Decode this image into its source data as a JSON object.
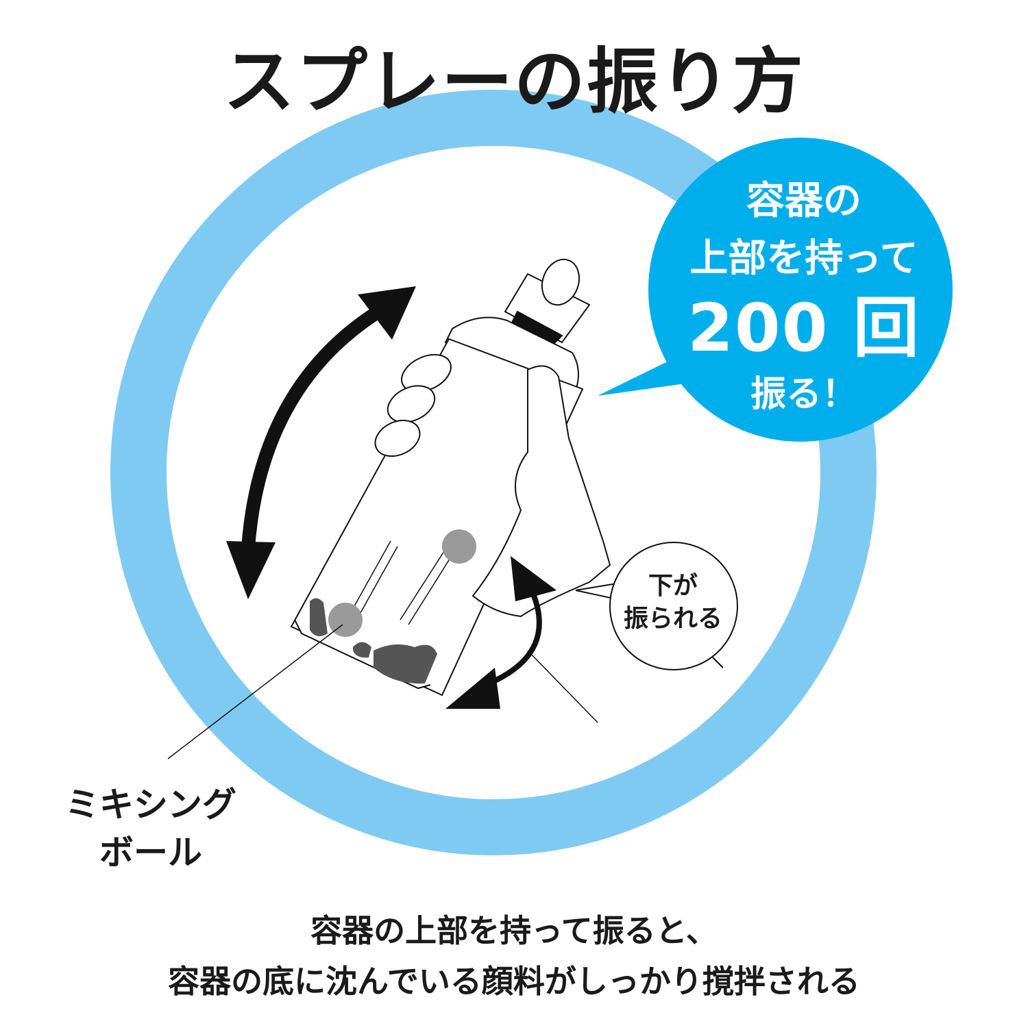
{
  "title": "スプレーの振り方",
  "callout": {
    "line1": "容器の",
    "line2": "上部を持って",
    "line3": "200 回",
    "line4": "振る！"
  },
  "small_callout": {
    "line1": "下が",
    "line2": "振られる"
  },
  "ball_label": {
    "line1": "ミキシング",
    "line2": "ボール"
  },
  "caption": {
    "line1": "容器の上部を持って振ると、",
    "line2": "容器の底に沈んでいる顔料がしっかり撹拌される"
  },
  "colors": {
    "ring": "#7fcaf2",
    "callout_fill": "#00aeeb",
    "ink": "#1a1a1a",
    "ball": "#9a9a9a",
    "pigment": "#555555"
  },
  "icons": [
    "curved-double-arrow-icon",
    "rotation-arrow-icon",
    "spray-can-illustration",
    "hand-illustration",
    "mixing-ball-icon"
  ]
}
